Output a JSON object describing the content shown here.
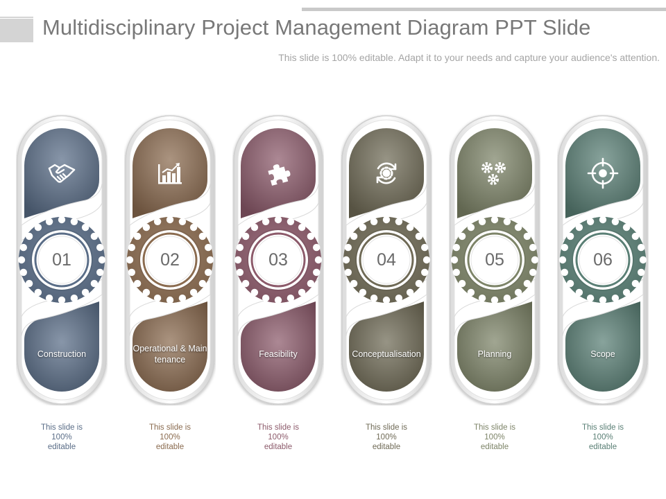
{
  "title": "Multidisciplinary Project Management Diagram PPT Slide",
  "subtitle": "This slide is 100% editable. Adapt it to your needs and capture your audience's attention.",
  "steps": [
    {
      "number": "01",
      "label": "Construction",
      "caption": "This slide is\n100%\neditable",
      "icon": "handshake-icon",
      "color": "#5a6d87",
      "caption_color": "#5a6d87"
    },
    {
      "number": "02",
      "label": "Operational & Maintenance",
      "caption": "This slide is\n100%\neditable",
      "icon": "bar-chart-icon",
      "color": "#8a6b4f",
      "caption_color": "#8a6b4f"
    },
    {
      "number": "03",
      "label": "Feasibility",
      "caption": "This slide is\n100%\neditable",
      "icon": "puzzle-icon",
      "color": "#8c5a6a",
      "caption_color": "#8c5a6a"
    },
    {
      "number": "04",
      "label": "Conceptualisation",
      "caption": "This slide is\n100%\neditable",
      "icon": "refresh-gear-icon",
      "color": "#6f6a56",
      "caption_color": "#6f6a56"
    },
    {
      "number": "05",
      "label": "Planning",
      "caption": "This slide is\n100%\neditable",
      "icon": "gears-icon",
      "color": "#7d8468",
      "caption_color": "#7d8468"
    },
    {
      "number": "06",
      "label": "Scope",
      "caption": "This slide is\n100%\neditable",
      "icon": "target-icon",
      "color": "#5a7f75",
      "caption_color": "#5a7f75"
    }
  ]
}
